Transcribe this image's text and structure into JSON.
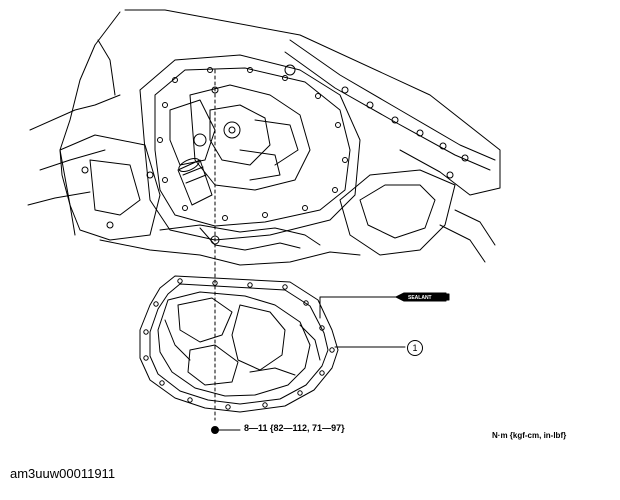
{
  "diagram": {
    "torque_spec": "8—11 {82—112, 71—97}",
    "units_note": "N·m {kgf-cm, in-lbf}",
    "sealant_label": "SEALANT",
    "callout_number": "1"
  },
  "footer": {
    "figure_id": "am3uuw00011911"
  }
}
